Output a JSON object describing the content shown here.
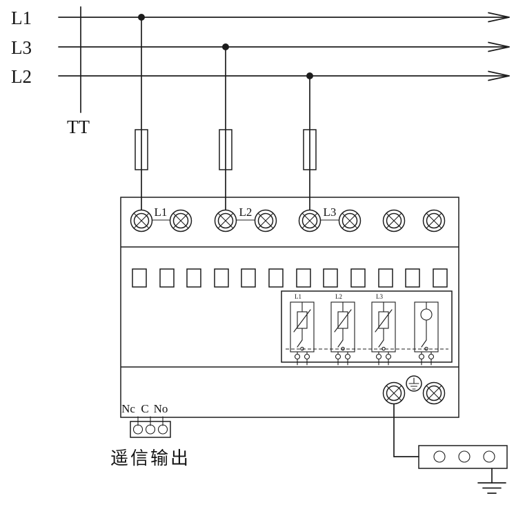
{
  "phase_lines": {
    "labels": [
      "L1",
      "L3",
      "L2"
    ]
  },
  "earthing_system": {
    "label": "TT"
  },
  "spd_device": {
    "top_terminal_labels": [
      "L1",
      "L2",
      "L3"
    ],
    "module_labels": [
      "L1",
      "L2",
      "L3"
    ],
    "relay_terminal_labels": [
      "Nc",
      "C",
      "No"
    ]
  },
  "annotations": {
    "remote_signal_output": "遥信输出"
  },
  "colors": {
    "line": "#1c1c1c",
    "background": "#ffffff"
  }
}
